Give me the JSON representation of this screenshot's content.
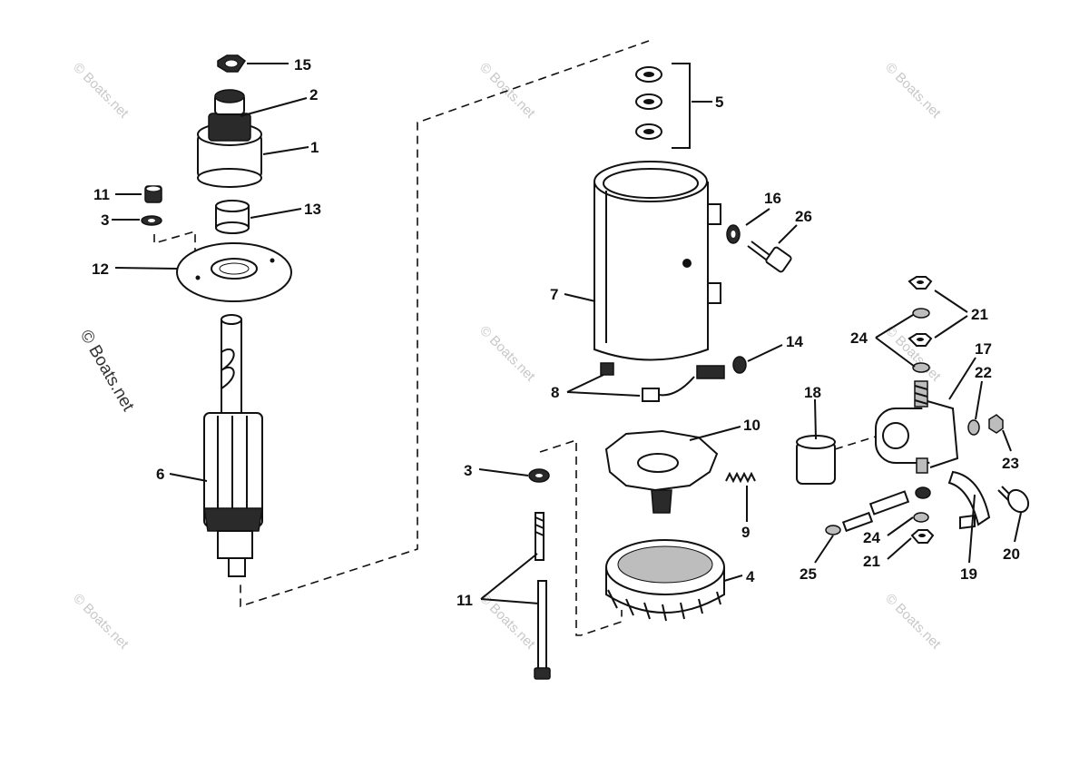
{
  "watermarks": {
    "copyright": "© Boats.net"
  },
  "callouts": {
    "p1": "1",
    "p2": "2",
    "p3a": "3",
    "p3b": "3",
    "p4": "4",
    "p5": "5",
    "p6": "6",
    "p7": "7",
    "p8": "8",
    "p9": "9",
    "p10": "10",
    "p11a": "11",
    "p11b": "11",
    "p12": "12",
    "p13": "13",
    "p14": "14",
    "p15": "15",
    "p16": "16",
    "p17": "17",
    "p18": "18",
    "p19": "19",
    "p20": "20",
    "p21a": "21",
    "p21b": "21",
    "p22": "22",
    "p23": "23",
    "p24a": "24",
    "p24b": "24",
    "p25": "25",
    "p26": "26"
  },
  "colors": {
    "ink": "#111111",
    "watermark": "#c8c8c8",
    "background": "#ffffff"
  }
}
